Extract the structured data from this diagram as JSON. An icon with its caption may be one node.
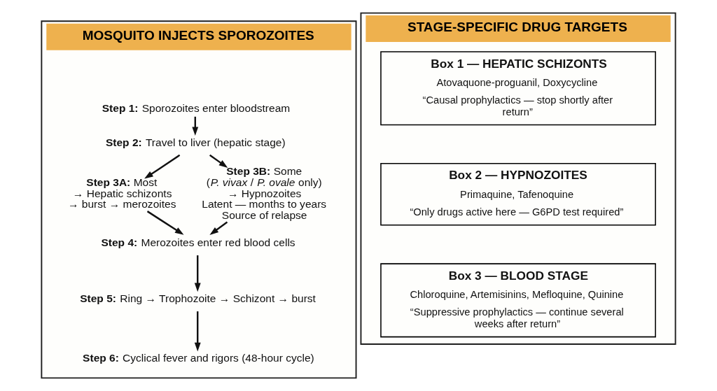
{
  "diagram": {
    "nodes": [
      {
        "text": [
          "MOSQUITO INJECTS SPOROZOITES"
        ]
      },
      {
        "text": [
          "**Step 1:** Sporozoites enter bloodstream"
        ],
        "in": 0
      },
      {
        "text": [
          "**Step 2:** Travel to liver (hepatic stage)"
        ],
        "in": 0
      },
      {
        "text": [
          "**Step 3A:** Most",
          "→ Hepatic schizonts",
          "→ burst → merozoites"
        ],
        "in": 0
      },
      {
        "text": [
          "**Step 3B:** Some",
          "(*P. vivax* / *P. ovale* only)",
          "→ Hypnozoites",
          "Latent — months to years",
          "Source of relapse"
        ],
        "in": 0
      },
      {
        "text": [
          "**Step 4:** Merozoites enter red blood cells"
        ],
        "in": 0
      },
      {
        "text": [
          "**Step 5:** Ring → Trophozoite → Schizont → burst"
        ],
        "in": 0
      },
      {
        "text": [
          "**Step 6:** Cyclical fever and rigors (48-hour cycle)"
        ],
        "in": 0
      },
      {
        "text": [
          "STAGE-SPECIFIC DRUG TARGETS"
        ]
      },
      {
        "text": [
          "Box 1 — HEPATIC SCHIZONTS",
          "Atovaquone-proguanil, Doxycycline",
          "“Causal prophylactics — stop shortly after return”"
        ],
        "in": 8
      },
      {
        "text": [
          "Box 2 — HYPNOZOITES",
          "Primaquine, Tafenoquine",
          "“Only drugs active here — G6PD test required”"
        ],
        "in": 8
      },
      {
        "text": [
          "Box 3 — BLOOD STAGE",
          "Chloroquine, Artemisinins, Mefloquine, Quinine",
          "“Suppressive prophylactics — continue several weeks after return”"
        ],
        "in": 8
      }
    ],
    "edges": [
      {
        "from": 1,
        "to": 2,
        "arrow": "to"
      },
      {
        "from": 2,
        "to": 3,
        "arrow": "to"
      },
      {
        "from": 2,
        "to": 4,
        "arrow": "to"
      },
      {
        "from": 3,
        "to": 5,
        "arrow": "to"
      },
      {
        "from": 4,
        "to": 5,
        "arrow": "to"
      },
      {
        "from": 5,
        "to": 6,
        "arrow": "to"
      },
      {
        "from": 6,
        "to": 7,
        "arrow": "to"
      }
    ]
  }
}
